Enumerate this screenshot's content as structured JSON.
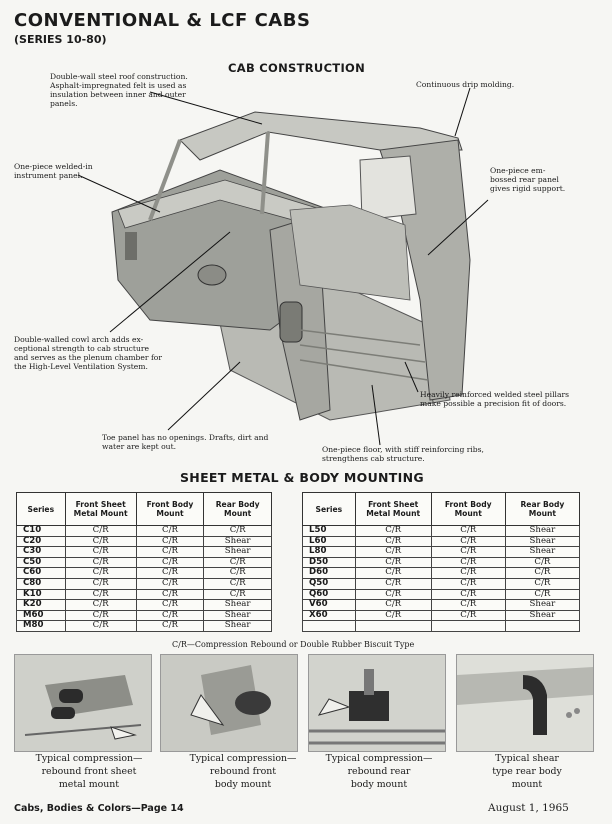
{
  "header": {
    "title": "CONVENTIONAL & LCF CABS",
    "subtitle": "(SERIES 10-80)"
  },
  "cab_construction": {
    "heading": "CAB CONSTRUCTION",
    "callouts": {
      "roof": "Double-wall steel roof construction. Asphalt-impregnated felt is used as insulation between inner and outer panels.",
      "drip": "Continuous drip molding.",
      "instrument": "One-piece welded-in instrument panel.",
      "rear_panel": "One-piece em- bossed rear panel gives rigid support.",
      "cowl": "Double-walled cowl arch adds ex- ceptional strength to cab structure and serves as the plenum chamber for the High-Level Ventilation System.",
      "pillars": "Heavily reinforced welded steel pillars make possible a precision fit of doors.",
      "toe": "Toe panel has no openings. Drafts, dirt and water are kept out.",
      "floor": "One-piece floor, with stiff reinforcing ribs, strengthens cab structure."
    }
  },
  "mounting": {
    "heading": "SHEET METAL & BODY MOUNTING",
    "columns": [
      "Series",
      "Front Sheet Metal Mount",
      "Front Body Mount",
      "Rear Body Mount"
    ],
    "left_rows": [
      [
        "C10",
        "C/R",
        "C/R",
        "C/R"
      ],
      [
        "C20",
        "C/R",
        "C/R",
        "Shear"
      ],
      [
        "C30",
        "C/R",
        "C/R",
        "Shear"
      ],
      [
        "C50",
        "C/R",
        "C/R",
        "C/R"
      ],
      [
        "C60",
        "C/R",
        "C/R",
        "C/R"
      ],
      [
        "C80",
        "C/R",
        "C/R",
        "C/R"
      ],
      [
        "K10",
        "C/R",
        "C/R",
        "C/R"
      ],
      [
        "K20",
        "C/R",
        "C/R",
        "Shear"
      ],
      [
        "M60",
        "C/R",
        "C/R",
        "Shear"
      ],
      [
        "M80",
        "C/R",
        "C/R",
        "Shear"
      ]
    ],
    "right_rows": [
      [
        "L50",
        "C/R",
        "C/R",
        "Shear"
      ],
      [
        "L60",
        "C/R",
        "C/R",
        "Shear"
      ],
      [
        "L80",
        "C/R",
        "C/R",
        "Shear"
      ],
      [
        "D50",
        "C/R",
        "C/R",
        "C/R"
      ],
      [
        "D60",
        "C/R",
        "C/R",
        "C/R"
      ],
      [
        "Q50",
        "C/R",
        "C/R",
        "C/R"
      ],
      [
        "Q60",
        "C/R",
        "C/R",
        "C/R"
      ],
      [
        "V60",
        "C/R",
        "C/R",
        "Shear"
      ],
      [
        "X60",
        "C/R",
        "C/R",
        "Shear"
      ],
      [
        "",
        "",
        "",
        ""
      ]
    ],
    "note": "C/R—Compression Rebound or Double Rubber Biscuit Type"
  },
  "photos": [
    {
      "caption_lines": [
        "Typical compression—",
        "rebound front sheet",
        "metal mount"
      ]
    },
    {
      "caption_lines": [
        "Typical compression—",
        "rebound front",
        "body mount"
      ]
    },
    {
      "caption_lines": [
        "Typical compression—",
        "rebound rear",
        "body mount"
      ]
    },
    {
      "caption_lines": [
        "Typical shear",
        "type rear body",
        "mount"
      ]
    }
  ],
  "footer": {
    "left": "Cabs, Bodies & Colors—Page 14",
    "right": "August 1, 1965"
  }
}
